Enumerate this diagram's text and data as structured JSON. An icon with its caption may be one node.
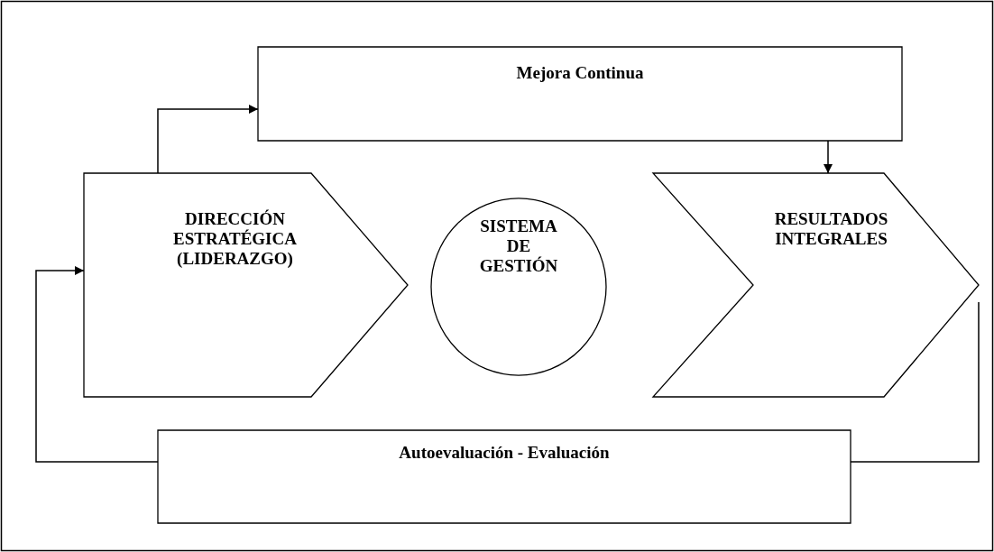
{
  "diagram": {
    "nodes": [
      {
        "text": [
          "Mejora Continua"
        ]
      },
      {
        "text": [
          "DIRECCIÓN ESTRATÉGICA (LIDERAZGO)"
        ]
      },
      {
        "text": [
          "SISTEMA DE GESTIÓN"
        ]
      },
      {
        "text": [
          "RESULTADOS INTEGRALES"
        ]
      },
      {
        "text": [
          "Autoevaluación - Evaluación"
        ]
      }
    ],
    "edges": [
      {
        "from": 1,
        "to": 0,
        "arrow": "to"
      },
      {
        "from": 0,
        "to": 3,
        "arrow": "to"
      },
      {
        "from": 3,
        "to": 4,
        "arrow": "none"
      },
      {
        "from": 4,
        "to": 1,
        "arrow": "to"
      }
    ]
  }
}
